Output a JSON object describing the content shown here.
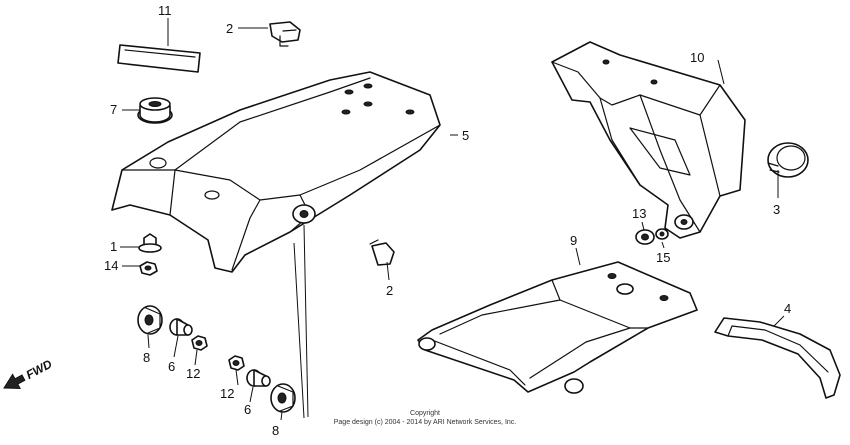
{
  "callouts": {
    "c1": "1",
    "c2a": "2",
    "c2b": "2",
    "c3": "3",
    "c4": "4",
    "c5": "5",
    "c6a": "6",
    "c6b": "6",
    "c7": "7",
    "c8a": "8",
    "c8b": "8",
    "c9": "9",
    "c10": "10",
    "c11": "11",
    "c12a": "12",
    "c12b": "12",
    "c13": "13",
    "c14": "14",
    "c15": "15"
  },
  "fwd_label": "FWD",
  "footer": {
    "line1": "Copyright",
    "line2": "Page design (c) 2004 - 2014 by ARI Network Services, Inc."
  }
}
